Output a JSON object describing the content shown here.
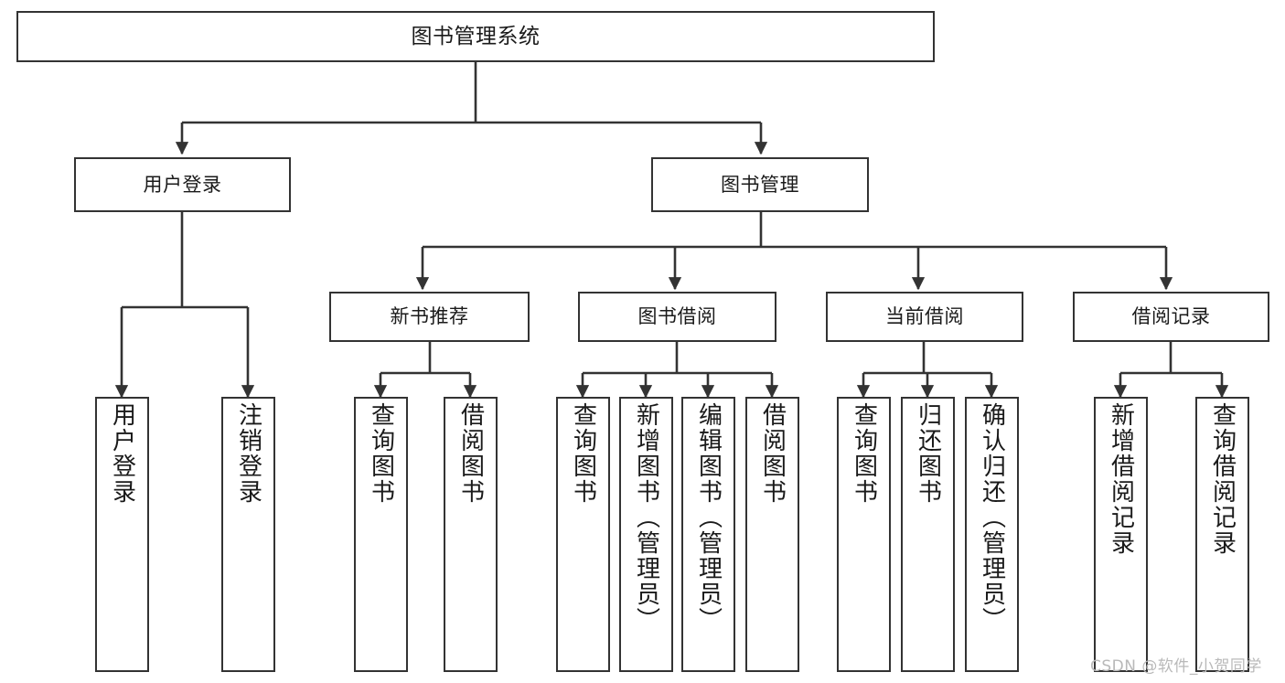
{
  "diagram": {
    "title": "图书管理系统",
    "type": "tree-hierarchy",
    "watermark": "CSDN @软件_小贺同学",
    "colors": {
      "box_border": "#333333",
      "box_fill": "#ffffff",
      "connector": "#333333",
      "text": "#1a1a1a",
      "watermark": "#b9b9b9"
    },
    "root": {
      "id": "root",
      "label": "图书管理系统"
    },
    "level1": [
      {
        "id": "user-login",
        "label": "用户登录"
      },
      {
        "id": "book-manage",
        "label": "图书管理"
      }
    ],
    "level2": [
      {
        "id": "new-book-recommend",
        "label": "新书推荐",
        "parent": "book-manage"
      },
      {
        "id": "book-borrow",
        "label": "图书借阅",
        "parent": "book-manage"
      },
      {
        "id": "current-borrow",
        "label": "当前借阅",
        "parent": "book-manage"
      },
      {
        "id": "borrow-record",
        "label": "借阅记录",
        "parent": "book-manage"
      }
    ],
    "leaves": [
      {
        "id": "leaf-user-login",
        "label": "用户登录",
        "parent": "user-login"
      },
      {
        "id": "leaf-logout-login",
        "label": "注销登录",
        "parent": "user-login"
      },
      {
        "id": "leaf-query-book-1",
        "label": "查询图书",
        "parent": "new-book-recommend"
      },
      {
        "id": "leaf-borrow-book-1",
        "label": "借阅图书",
        "parent": "new-book-recommend"
      },
      {
        "id": "leaf-query-book-2",
        "label": "查询图书",
        "parent": "book-borrow"
      },
      {
        "id": "leaf-add-book",
        "label": "新增图书（管理员）",
        "parent": "book-borrow"
      },
      {
        "id": "leaf-edit-book",
        "label": "编辑图书（管理员）",
        "parent": "book-borrow"
      },
      {
        "id": "leaf-borrow-book-2",
        "label": "借阅图书",
        "parent": "book-borrow"
      },
      {
        "id": "leaf-query-book-3",
        "label": "查询图书",
        "parent": "current-borrow"
      },
      {
        "id": "leaf-return-book",
        "label": "归还图书",
        "parent": "current-borrow"
      },
      {
        "id": "leaf-confirm-return",
        "label": "确认归还（管理员）",
        "parent": "current-borrow"
      },
      {
        "id": "leaf-add-record",
        "label": "新增借阅记录",
        "parent": "borrow-record"
      },
      {
        "id": "leaf-query-record",
        "label": "查询借阅记录",
        "parent": "borrow-record"
      }
    ]
  }
}
